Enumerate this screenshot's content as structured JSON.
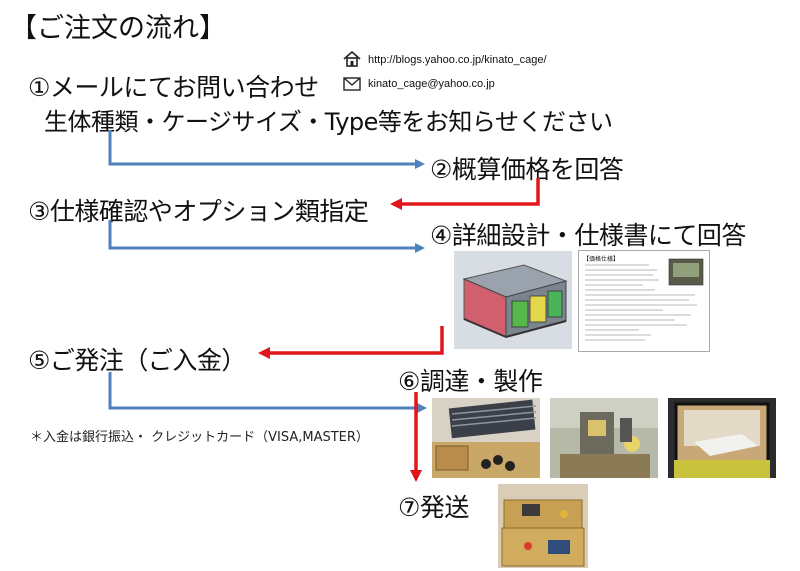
{
  "title": "【ご注文の流れ】",
  "contact": {
    "url": "http://blogs.yahoo.co.jp/kinato_cage/",
    "email": "kinato_cage@yahoo.co.jp",
    "home_icon": "home-icon",
    "mail_icon": "mail-icon"
  },
  "steps": {
    "s1": "①メールにてお問い合わせ",
    "s1_sub": "生体種類・ケージサイズ・Type等をお知らせください",
    "s2": "②概算価格を回答",
    "s3": "③仕様確認やオプション類指定",
    "s4": "④詳細設計・仕様書にて回答",
    "s5": "⑤ご発注（ご入金）",
    "s6": "⑥調達・製作",
    "s7": "⑦発送"
  },
  "payment_note": "＊入金は銀行振込・ クレジットカード（VISA,MASTER）",
  "spec_sheet": {
    "heading": "【価格仕様】"
  },
  "colors": {
    "blue_arrow": "#4f81bd",
    "red_arrow": "#e0161b"
  }
}
